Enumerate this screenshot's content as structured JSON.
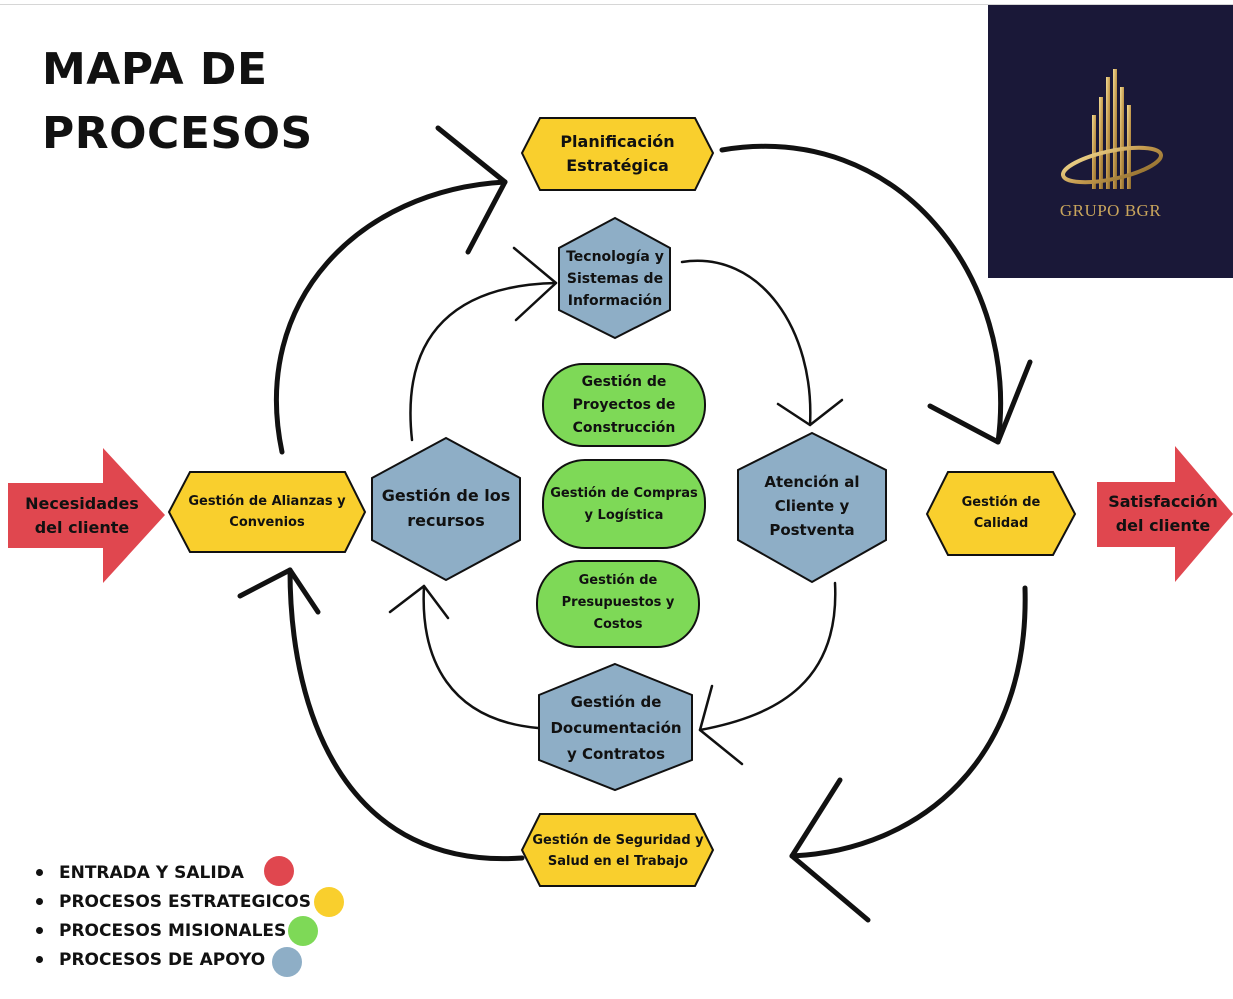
{
  "title": {
    "line1": "MAPA DE",
    "line2": "PROCESOS"
  },
  "logo": {
    "text": "GRUPO BGR",
    "icon": "building-logo-icon"
  },
  "colors": {
    "entrada_salida": "#e0474f",
    "estrategicos": "#f9cf2d",
    "misionales": "#7ed957",
    "apoyo": "#8eaec6",
    "logo_bg": "#1a1838",
    "logo_gold": "#c9a55c"
  },
  "inputs": {
    "necesidades": "Necesidades\ndel cliente",
    "satisfaccion": "Satisfacción\ndel cliente"
  },
  "estrategicos": {
    "planificacion": "Planificación\nEstratégica",
    "alianzas": "Gestión de Alianzas y\nConvenios",
    "calidad": "Gestión de\nCalidad",
    "seguridad": "Gestión de Seguridad y\nSalud en el Trabajo"
  },
  "apoyo": {
    "tecnologia": "Tecnología y\nSistemas de\nInformación",
    "recursos": "Gestión de los\nrecursos",
    "atencion": "Atención al\nCliente y\nPostventa",
    "documentacion": "Gestión de\nDocumentación\ny Contratos"
  },
  "misionales": {
    "proyectos": "Gestión de\nProyectos de\nConstrucción",
    "compras": "Gestión de Compras\ny Logística",
    "presupuestos": "Gestión de\nPresupuestos y\nCostos"
  },
  "legend": [
    {
      "label": "ENTRADA Y SALIDA",
      "color": "#e0474f"
    },
    {
      "label": "PROCESOS ESTRATEGICOS",
      "color": "#f9cf2d"
    },
    {
      "label": "PROCESOS MISIONALES",
      "color": "#7ed957"
    },
    {
      "label": "PROCESOS DE APOYO",
      "color": "#8eaec6"
    }
  ]
}
